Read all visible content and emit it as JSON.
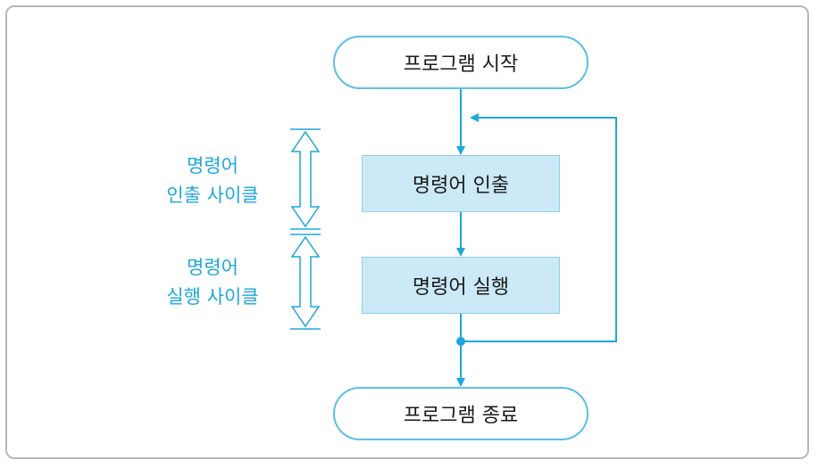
{
  "nodes": {
    "start": "프로그램 시작",
    "fetch": "명령어 인출",
    "execute": "명령어 실행",
    "end": "프로그램 종료"
  },
  "labels": {
    "fetch_cycle_line1": "명령어",
    "fetch_cycle_line2": "인출 사이클",
    "execute_cycle_line1": "명령어",
    "execute_cycle_line2": "실행 사이클"
  },
  "colors": {
    "accent": "#1fa6de",
    "process_fill": "#cbe9f7",
    "frame_border": "#b7b7b7"
  }
}
